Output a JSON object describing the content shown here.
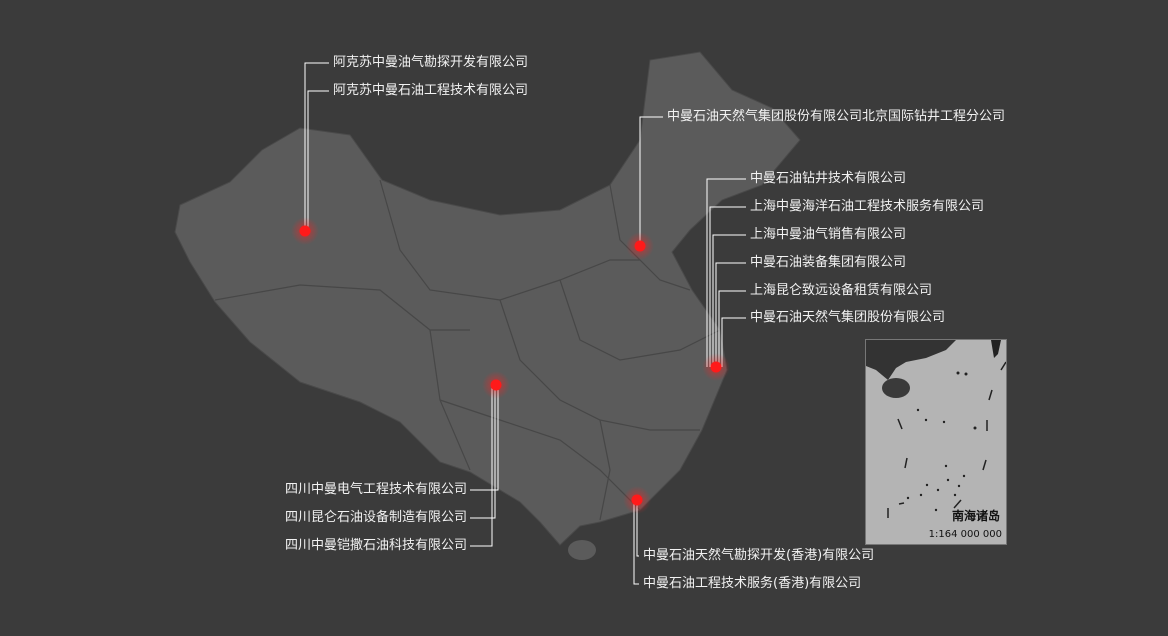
{
  "map": {
    "colors": {
      "background": "#3b3b3b",
      "land": "#5b5b5b",
      "border": "#444444",
      "marker": "#ff1a1a",
      "line": "#ffffff"
    },
    "locations": [
      {
        "name": "xinjiang",
        "companies": [
          "阿克苏中曼油气勘探开发有限公司",
          "阿克苏中曼石油工程技术有限公司"
        ]
      },
      {
        "name": "beijing",
        "companies": [
          "中曼石油天然气集团股份有限公司北京国际钻井工程分公司"
        ]
      },
      {
        "name": "shanghai",
        "companies": [
          "中曼石油钻井技术有限公司",
          "上海中曼海洋石油工程技术服务有限公司",
          "上海中曼油气销售有限公司",
          "中曼石油装备集团有限公司",
          "上海昆仑致远设备租赁有限公司",
          "中曼石油天然气集团股份有限公司"
        ]
      },
      {
        "name": "sichuan",
        "companies": [
          "四川中曼电气工程技术有限公司",
          "四川昆仑石油设备制造有限公司",
          "四川中曼铠撒石油科技有限公司"
        ]
      },
      {
        "name": "hongkong",
        "companies": [
          "中曼石油天然气勘探开发(香港)有限公司",
          "中曼石油工程技术服务(香港)有限公司"
        ]
      }
    ]
  },
  "inset": {
    "title": "南海诸岛",
    "scale": "1:164 000 000"
  }
}
